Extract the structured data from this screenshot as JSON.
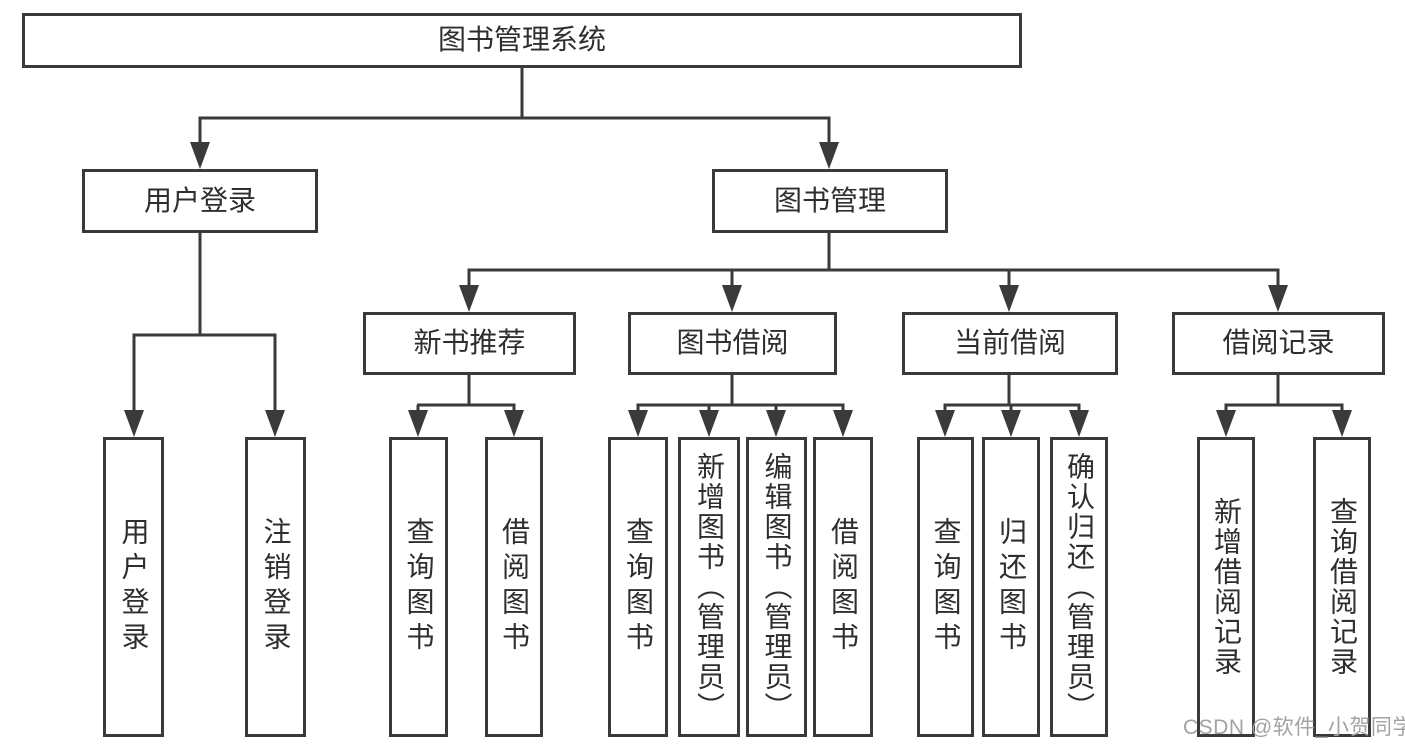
{
  "diagram_title": "图书管理系统",
  "tree": {
    "label": "图书管理系统",
    "children": [
      {
        "label": "用户登录",
        "children": [
          {
            "label": "用户登录"
          },
          {
            "label": "注销登录"
          }
        ]
      },
      {
        "label": "图书管理",
        "children": [
          {
            "label": "新书推荐",
            "children": [
              {
                "label": "查询图书"
              },
              {
                "label": "借阅图书"
              }
            ]
          },
          {
            "label": "图书借阅",
            "children": [
              {
                "label": "查询图书"
              },
              {
                "label": "新增图书（管理员）"
              },
              {
                "label": "编辑图书（管理员）"
              },
              {
                "label": "借阅图书"
              }
            ]
          },
          {
            "label": "当前借阅",
            "children": [
              {
                "label": "查询图书"
              },
              {
                "label": "归还图书"
              },
              {
                "label": "确认归还（管理员）"
              }
            ]
          },
          {
            "label": "借阅记录",
            "children": [
              {
                "label": "新增借阅记录"
              },
              {
                "label": "查询借阅记录"
              }
            ]
          }
        ]
      }
    ]
  },
  "watermark": {
    "text": "CSDN @软件_小贺同学"
  },
  "colors": {
    "line": "#3a3a3a",
    "text": "#2e2e2e",
    "background": "#ffffff",
    "watermark": "#a3a3a3"
  }
}
